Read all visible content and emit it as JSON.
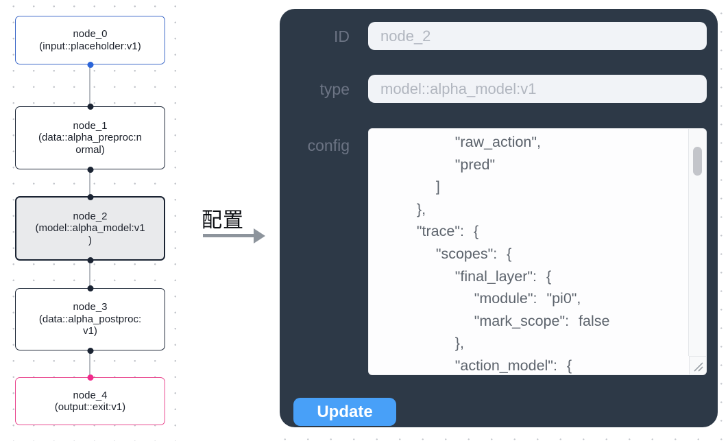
{
  "flow": {
    "nodes": [
      {
        "id": "node_0",
        "lines": [
          "node_0",
          "(input::placeholder:v1)"
        ],
        "kind": "input",
        "handle_top": null,
        "handle_bottom": "blue"
      },
      {
        "id": "node_1",
        "lines": [
          "node_1",
          "(data::alpha_preproc:n",
          "ormal)"
        ],
        "kind": "default",
        "handle_top": "dark",
        "handle_bottom": "dark"
      },
      {
        "id": "node_2",
        "lines": [
          "node_2",
          "(model::alpha_model:v1",
          ")"
        ],
        "kind": "selected",
        "handle_top": "dark",
        "handle_bottom": "dark"
      },
      {
        "id": "node_3",
        "lines": [
          "node_3",
          "(data::alpha_postproc:",
          "v1)"
        ],
        "kind": "default",
        "handle_top": "dark",
        "handle_bottom": "dark"
      },
      {
        "id": "node_4",
        "lines": [
          "node_4",
          "(output::exit:v1)"
        ],
        "kind": "output",
        "handle_top": "pink",
        "handle_bottom": null
      }
    ]
  },
  "transfer": {
    "label": "配置"
  },
  "panel": {
    "fields": [
      {
        "label": "ID",
        "value": "node_2"
      },
      {
        "label": "type",
        "value": "model::alpha_model:v1"
      }
    ],
    "config": {
      "label": "config",
      "lines": [
        "        \"raw_action\",",
        "        \"pred\"",
        "      ]",
        "    },",
        "    \"trace\": {",
        "      \"scopes\": {",
        "        \"final_layer\": {",
        "          \"module\": \"pi0\",",
        "          \"mark_scope\": false",
        "        },",
        "        \"action_model\": {"
      ]
    },
    "update_label": "Update"
  },
  "colors": {
    "panel_bg": "#2d3947",
    "button_blue": "#48a0f8",
    "node_input_border": "#3c68c8",
    "node_output_border": "#e9478e",
    "node_selected_bg": "#e9eaec",
    "handle_blue": "#2b65d9",
    "handle_dark": "#1b2433",
    "handle_pink": "#f12a8b",
    "edge_gray": "#b7bbc1",
    "input_bg": "#f1f3f7",
    "label_gray": "#6c7484",
    "json_text": "#5c636c"
  }
}
